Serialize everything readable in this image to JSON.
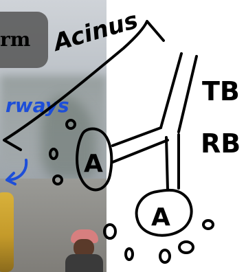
{
  "labels": {
    "term_fragment": "rm",
    "airways_fragment": "rways",
    "acinus": "Acinus",
    "tb": "TB",
    "rb": "RB",
    "alveolus_a1": "A",
    "alveolus_a2": "A"
  },
  "colors": {
    "ink": "#000000",
    "blue_ink": "#1d4ed8"
  }
}
